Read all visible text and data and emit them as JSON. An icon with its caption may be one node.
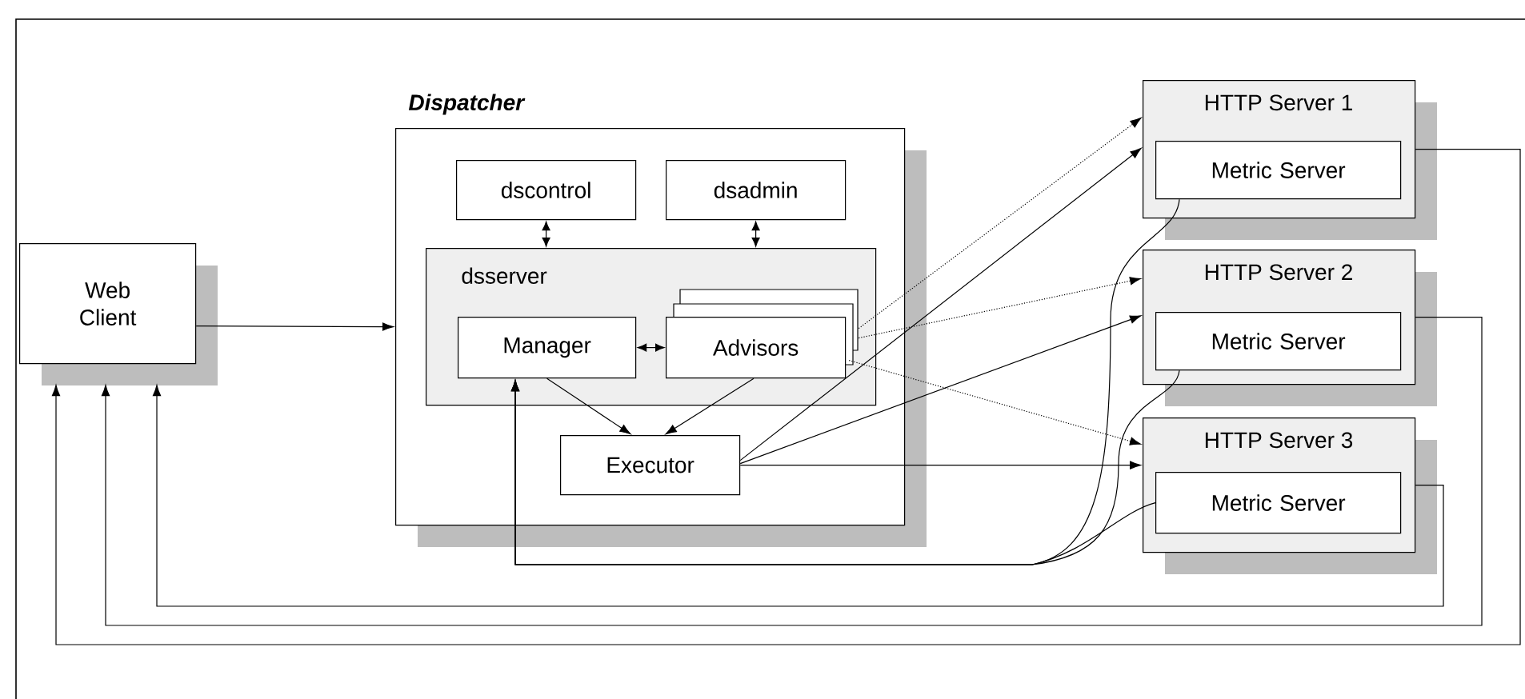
{
  "diagram": {
    "nodes": [
      {
        "text": [
          "Web Client"
        ]
      },
      {
        "text": [
          "Dispatcher"
        ]
      },
      {
        "text": [
          "dscontrol"
        ],
        "in": 1
      },
      {
        "text": [
          "dsadmin"
        ],
        "in": 1
      },
      {
        "text": [
          "dsserver"
        ],
        "in": 1
      },
      {
        "text": [
          "Manager"
        ],
        "in": 4
      },
      {
        "text": [
          "Advisors"
        ],
        "in": 4
      },
      {
        "text": [
          "Executor"
        ],
        "in": 1
      },
      {
        "text": [
          "HTTP Server 1"
        ]
      },
      {
        "text": [
          "Metric Server"
        ],
        "in": 8
      },
      {
        "text": [
          "HTTP Server 2"
        ]
      },
      {
        "text": [
          "Metric Server"
        ],
        "in": 10
      },
      {
        "text": [
          "HTTP Server 3"
        ]
      },
      {
        "text": [
          "Metric Server"
        ],
        "in": 12
      }
    ],
    "edges": [
      {
        "from": 0,
        "to": 1,
        "arrow": "to"
      },
      {
        "from": 2,
        "to": 4,
        "arrow": "both"
      },
      {
        "from": 3,
        "to": 4,
        "arrow": "both"
      },
      {
        "from": 5,
        "to": 6,
        "arrow": "both"
      },
      {
        "from": 5,
        "to": 7,
        "arrow": "to"
      },
      {
        "from": 6,
        "to": 7,
        "arrow": "to"
      },
      {
        "from": 7,
        "to": 8,
        "arrow": "to"
      },
      {
        "from": 7,
        "to": 10,
        "arrow": "to"
      },
      {
        "from": 7,
        "to": 12,
        "arrow": "to"
      },
      {
        "from": 6,
        "to": 8,
        "arrow": "to",
        "style": "dashed"
      },
      {
        "from": 6,
        "to": 10,
        "arrow": "to",
        "style": "dashed"
      },
      {
        "from": 6,
        "to": 12,
        "arrow": "to",
        "style": "dashed"
      },
      {
        "from": 9,
        "to": 5,
        "arrow": "to"
      },
      {
        "from": 11,
        "to": 5,
        "arrow": "to"
      },
      {
        "from": 13,
        "to": 5,
        "arrow": "to"
      },
      {
        "from": 8,
        "to": 0,
        "arrow": "to"
      },
      {
        "from": 10,
        "to": 0,
        "arrow": "to"
      },
      {
        "from": 12,
        "to": 0,
        "arrow": "to"
      }
    ]
  }
}
